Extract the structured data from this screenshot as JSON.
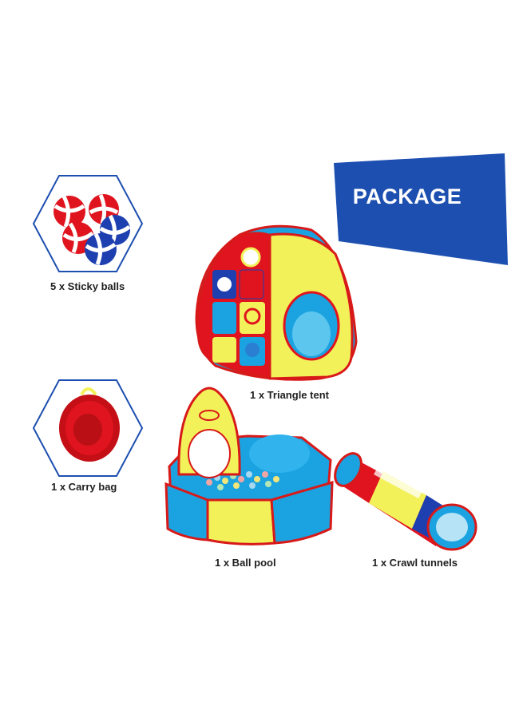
{
  "package": {
    "title": "PACKAGE",
    "color": "#1d4fb0"
  },
  "items": [
    {
      "name": "sticky-balls",
      "label": "5 x Sticky balls"
    },
    {
      "name": "triangle-tent",
      "label": "1 x Triangle tent"
    },
    {
      "name": "carry-bag",
      "label": "1 x Carry bag"
    },
    {
      "name": "ball-pool",
      "label": "1 x Ball pool"
    },
    {
      "name": "crawl-tunnels",
      "label": "1 x Crawl tunnels"
    }
  ],
  "colors": {
    "hexagon_outline": "#1d4fb0",
    "red": "#e0141e",
    "blue": "#1aa3e0",
    "yellow": "#f3f15a",
    "navy": "#1d3fb0"
  }
}
